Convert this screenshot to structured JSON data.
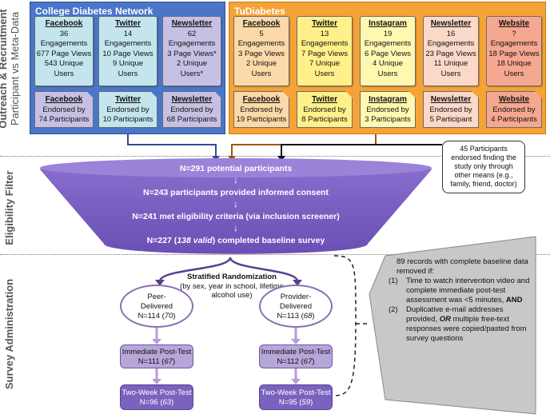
{
  "section_labels": {
    "outreach_line1": "Outreach & Recruitment",
    "outreach_line2": "Participant vs Meta-Data",
    "eligibility": "Eligibility Filter",
    "survey": "Survey Administration"
  },
  "cdn": {
    "title": "College Diabetes Network",
    "meta": [
      {
        "name": "Facebook",
        "lines": [
          "36",
          "Engagements",
          "677 Page Views",
          "543 Unique",
          "Users"
        ]
      },
      {
        "name": "Twitter",
        "lines": [
          "14",
          "Engagements",
          "10 Page Views",
          "9 Unique",
          "Users"
        ]
      },
      {
        "name": "Newsletter",
        "lines": [
          "62",
          "Engagements",
          "3 Page Views*",
          "2 Unique",
          "Users*"
        ]
      }
    ],
    "endorse": [
      {
        "name": "Facebook",
        "lines": [
          "Endorsed by",
          "74 Participants"
        ]
      },
      {
        "name": "Twitter",
        "lines": [
          "Endorsed by",
          "10 Participants"
        ]
      },
      {
        "name": "Newsletter",
        "lines": [
          "Endorsed by",
          "68 Participants"
        ]
      }
    ]
  },
  "tudiabetes": {
    "title": "TuDiabetes",
    "meta": [
      {
        "name": "Facebook",
        "lines": [
          "5",
          "Engagements",
          "3 Page Views",
          "2 Unique",
          "Users"
        ]
      },
      {
        "name": "Twitter",
        "lines": [
          "13",
          "Engagements",
          "7 Page Views",
          "7 Unique",
          "Users"
        ]
      },
      {
        "name": "Instagram",
        "lines": [
          "19",
          "Engagements",
          "6 Page Views",
          "4 Unique",
          "Users"
        ]
      },
      {
        "name": "Newsletter",
        "lines": [
          "16",
          "Engagements",
          "23 Page Views",
          "11 Unique",
          "Users"
        ]
      },
      {
        "name": "Website",
        "lines": [
          "?",
          "Engagements",
          "18 Page Views",
          "18 Unique",
          "Users"
        ]
      }
    ],
    "endorse": [
      {
        "name": "Facebook",
        "lines": [
          "Endorsed by",
          "19 Participants"
        ]
      },
      {
        "name": "Twitter",
        "lines": [
          "Endorsed by",
          "8 Participants"
        ]
      },
      {
        "name": "Instagram",
        "lines": [
          "Endorsed by",
          "3 Participants"
        ]
      },
      {
        "name": "Newsletter",
        "lines": [
          "Endorsed by",
          "5 Participant"
        ]
      },
      {
        "name": "Website",
        "lines": [
          "Endorsed by",
          "4 Participants"
        ]
      }
    ]
  },
  "other_means_note": "45 Participants endorsed finding the study only through other means (e.g., family, friend, doctor)",
  "funnel": {
    "step1": "N=291 potential participants",
    "step2": "N=243 participants provided informed consent",
    "step3": "N=241 met eligibility criteria (via inclusion screener)",
    "step4_pre": "N=227 (",
    "step4_italic": "138 valid",
    "step4_post": ") completed baseline survey",
    "arrow": "↓"
  },
  "randomization": {
    "title": "Stratified Randomization",
    "detail": "(by sex, year in school, lifetime alcohol use)"
  },
  "arms": [
    {
      "line1": "Peer-",
      "line2": "Delivered",
      "n": "N=114 (",
      "n_italic": "70",
      "n_post": ")",
      "post": "Immediate Post-Test",
      "post_n": "N=111 (",
      "post_n_italic": "67",
      "post_n_post": ")",
      "two": "Two-Week Post-Test",
      "two_n": "N=96 (",
      "two_n_italic": "63",
      "two_n_post": ")"
    },
    {
      "line1": "Provider-",
      "line2": "Delivered",
      "n": "N=113 (",
      "n_italic": "68",
      "n_post": ")",
      "post": "Immediate Post-Test",
      "post_n": "N=112 (",
      "post_n_italic": "67",
      "post_n_post": ")",
      "two": "Two-Week Post-Test",
      "two_n": "N=95 (",
      "two_n_italic": "59",
      "two_n_post": ")"
    }
  ],
  "removed_note": {
    "intro": "89 records with complete baseline data removed if:",
    "item1_num": "(1)",
    "item1": "Time to watch intervention video and complete immediate post-test assessment was <5 minutes,",
    "item1_and": "AND",
    "item2_num": "(2)",
    "item2_pre": "Duplicative e-mail addresses provided,",
    "item2_or": "OR",
    "item2_post": "multiple free-text responses were copied/pasted from survey questions"
  },
  "colors": {
    "cdn_bg": "#4a76c9",
    "cdn_meta": "#c3e6ee",
    "cdn_endorse": "#c6c1e4",
    "tu_bg": "#f5a336",
    "tu_card1": "#fcd9a8",
    "tu_card2": "#fff08a",
    "tu_card3": "#fff8b0",
    "tu_card4": "#fcd8c8",
    "tu_card5": "#f6a790",
    "funnel": "#8065c6",
    "funnel_dark": "#6a4fb5"
  }
}
